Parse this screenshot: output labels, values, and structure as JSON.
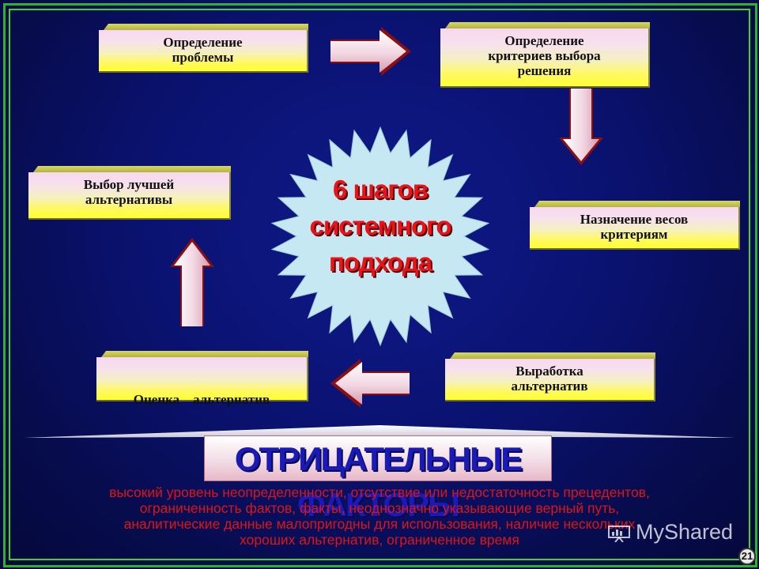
{
  "center": {
    "line1": "6 шагов",
    "line2": "системного",
    "line3": "подхода"
  },
  "steps": [
    {
      "line1": "Определение",
      "line2": "проблемы",
      "line3": ""
    },
    {
      "line1": "Определение",
      "line2": "критериев выбора",
      "line3": "решения"
    },
    {
      "line1": "Назначение весов",
      "line2": "критериям",
      "line3": ""
    },
    {
      "line1": "Выработка",
      "line2": "альтернатив",
      "line3": ""
    },
    {
      "line1": "Оценка    альтернатив",
      "line2": "",
      "line3": ""
    },
    {
      "line1": "Выбор лучшей",
      "line2": "альтернативы",
      "line3": ""
    }
  ],
  "negative": {
    "title": "ОТРИЦАТЕЛЬНЫЕ ФАКТОРЫ",
    "lines": [
      "высокий уровень  неопределенности,  отсутствие или недостаточность прецедентов,",
      "ограниченность фактов,  факты,  неоднозначно указывающие верный путь,",
      "аналитические данные малопригодны для использования,  наличие нескольких",
      "хороших альтернатив,  ограниченное время"
    ]
  },
  "watermark": "MyShared",
  "page_number": "21",
  "colors": {
    "background": "#0a1270",
    "box_top": "#f7d8ee",
    "box_bottom": "#ffff30",
    "star": "#c6e8f2",
    "arrow": "#8a1010",
    "title_red": "#e8141a",
    "neg_text": "#e01414",
    "neg_title": "#1a1ab8",
    "frame": "#2fb02f"
  },
  "icons": [
    "arrow-right",
    "arrow-down",
    "arrow-left",
    "arrow-up",
    "starburst",
    "presentation-icon"
  ]
}
